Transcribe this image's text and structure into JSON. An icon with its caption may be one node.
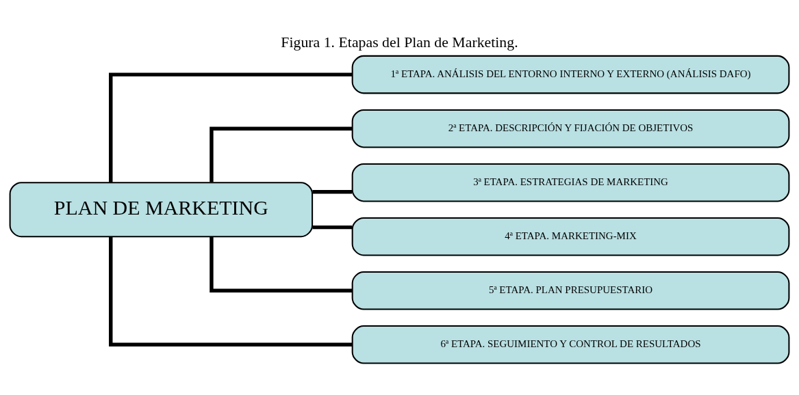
{
  "diagram": {
    "title": "Figura 1. Etapas del Plan de Marketing.",
    "nodes": [
      {
        "text": [
          "PLAN DE MARKETING"
        ]
      },
      {
        "text": [
          "1ª ETAPA. ANÁLISIS DEL ENTORNO INTERNO Y EXTERNO (ANÁLISIS DAFO)"
        ]
      },
      {
        "text": [
          "2ª ETAPA. DESCRIPCIÓN Y FIJACIÓN DE OBJETIVOS"
        ]
      },
      {
        "text": [
          "3ª ETAPA. ESTRATEGIAS DE MARKETING"
        ]
      },
      {
        "text": [
          "4ª ETAPA. MARKETING-MIX"
        ]
      },
      {
        "text": [
          "5ª ETAPA. PLAN PRESUPUESTARIO"
        ]
      },
      {
        "text": [
          "6ª ETAPA. SEGUIMIENTO Y CONTROL DE RESULTADOS"
        ]
      }
    ],
    "edges": [
      {
        "from": 0,
        "to": 1,
        "arrow": "none"
      },
      {
        "from": 0,
        "to": 2,
        "arrow": "none"
      },
      {
        "from": 0,
        "to": 3,
        "arrow": "none"
      },
      {
        "from": 0,
        "to": 4,
        "arrow": "none"
      },
      {
        "from": 0,
        "to": 5,
        "arrow": "none"
      },
      {
        "from": 0,
        "to": 6,
        "arrow": "none"
      }
    ]
  }
}
